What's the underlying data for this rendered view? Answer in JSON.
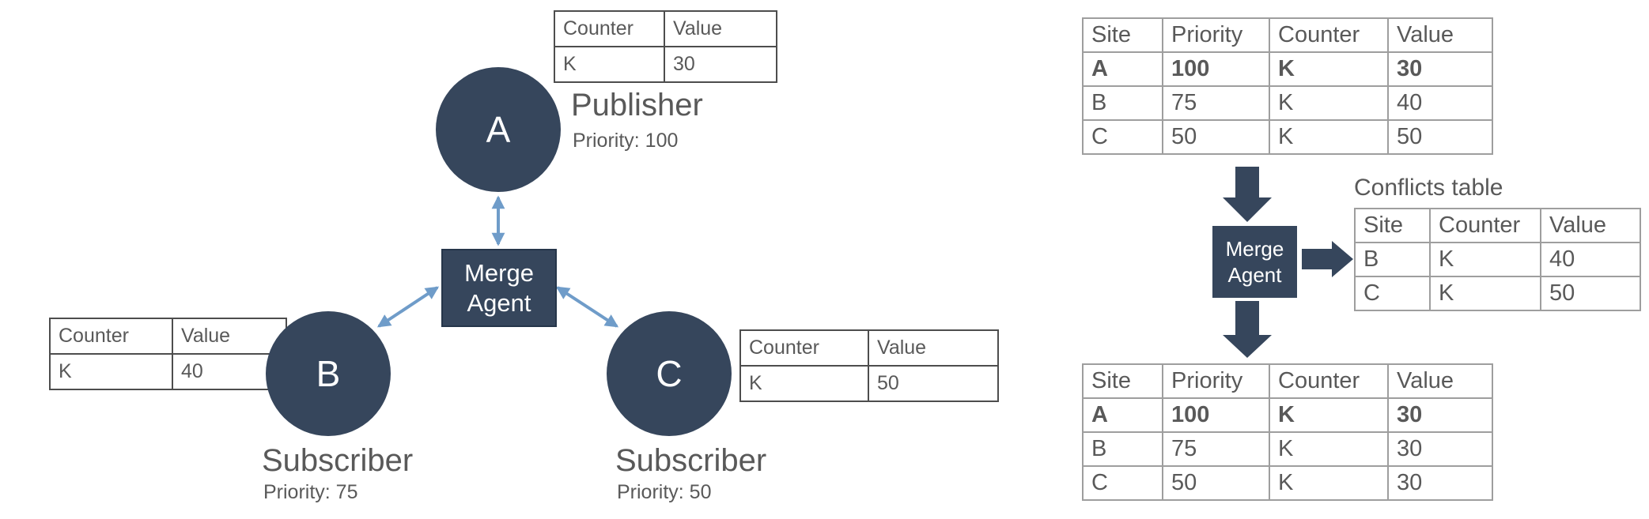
{
  "colors": {
    "node_navy": "#36465c",
    "arrow_blue": "#6f9cc9",
    "text_gray": "#595959",
    "table_border_dark": "#4d4d4d",
    "table_border_light": "#9e9e9e"
  },
  "left_diagram": {
    "publisher": {
      "node_label": "A",
      "role_label": "Publisher",
      "priority_label": "Priority: 100",
      "table": {
        "headers": [
          "Counter",
          "Value"
        ],
        "rows": [
          [
            "K",
            "30"
          ]
        ]
      }
    },
    "merge_agent": {
      "label_lines": [
        "Merge",
        "Agent"
      ]
    },
    "subscriber_b": {
      "node_label": "B",
      "role_label": "Subscriber",
      "priority_label": "Priority: 75",
      "table": {
        "headers": [
          "Counter",
          "Value"
        ],
        "rows": [
          [
            "K",
            "40"
          ]
        ]
      }
    },
    "subscriber_c": {
      "node_label": "C",
      "role_label": "Subscriber",
      "priority_label": "Priority: 50",
      "table": {
        "headers": [
          "Counter",
          "Value"
        ],
        "rows": [
          [
            "K",
            "50"
          ]
        ]
      }
    }
  },
  "right_diagram": {
    "input_table": {
      "headers": [
        "Site",
        "Priority",
        "Counter",
        "Value"
      ],
      "rows": [
        {
          "cells": [
            "A",
            "100",
            "K",
            "30"
          ],
          "bold": true
        },
        {
          "cells": [
            "B",
            "75",
            "K",
            "40"
          ],
          "bold": false
        },
        {
          "cells": [
            "C",
            "50",
            "K",
            "50"
          ],
          "bold": false
        }
      ]
    },
    "merge_agent": {
      "label_lines": [
        "Merge",
        "Agent"
      ]
    },
    "conflicts_table": {
      "title": "Conflicts table",
      "headers": [
        "Site",
        "Counter",
        "Value"
      ],
      "rows": [
        {
          "cells": [
            "B",
            "K",
            "40"
          ],
          "bold": false
        },
        {
          "cells": [
            "C",
            "K",
            "50"
          ],
          "bold": false
        }
      ]
    },
    "output_table": {
      "headers": [
        "Site",
        "Priority",
        "Counter",
        "Value"
      ],
      "rows": [
        {
          "cells": [
            "A",
            "100",
            "K",
            "30"
          ],
          "bold": true
        },
        {
          "cells": [
            "B",
            "75",
            "K",
            "30"
          ],
          "bold": false
        },
        {
          "cells": [
            "C",
            "50",
            "K",
            "30"
          ],
          "bold": false
        }
      ]
    }
  }
}
